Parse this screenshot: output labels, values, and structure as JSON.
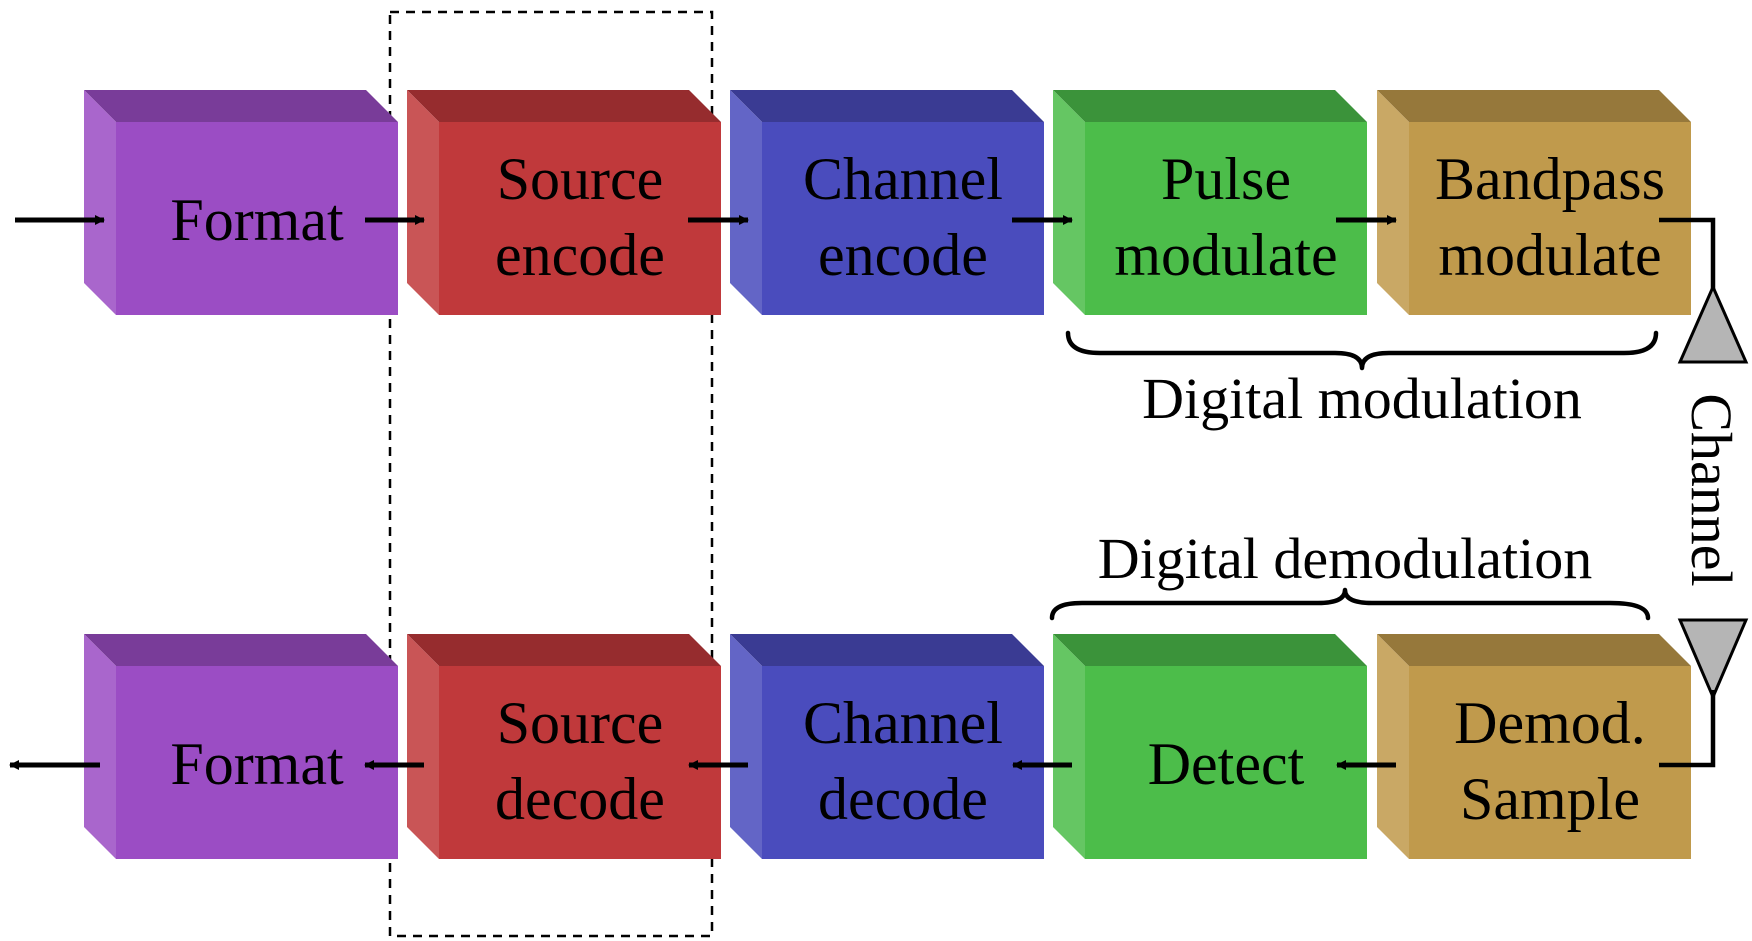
{
  "colors": {
    "format": "#9b4dc4",
    "source": "#c0393b",
    "channel": "#4a4cbd",
    "pulse": "#4cbd4a",
    "bandpass": "#c09a4c"
  },
  "transmit_chain": {
    "format": {
      "line1": "Format",
      "line2": ""
    },
    "source": {
      "line1": "Source",
      "line2": "encode"
    },
    "channel": {
      "line1": "Channel",
      "line2": "encode"
    },
    "pulse": {
      "line1": "Pulse",
      "line2": "modulate"
    },
    "bandpass": {
      "line1": "Bandpass",
      "line2": "modulate"
    }
  },
  "receive_chain": {
    "format": {
      "line1": "Format",
      "line2": ""
    },
    "source": {
      "line1": "Source",
      "line2": "decode"
    },
    "channel": {
      "line1": "Channel",
      "line2": "decode"
    },
    "detect": {
      "line1": "Detect",
      "line2": ""
    },
    "demod": {
      "line1": "Demod.",
      "line2": "Sample"
    }
  },
  "labels": {
    "digital_modulation": "Digital modulation",
    "digital_demodulation": "Digital demodulation",
    "channel": "Channel"
  }
}
